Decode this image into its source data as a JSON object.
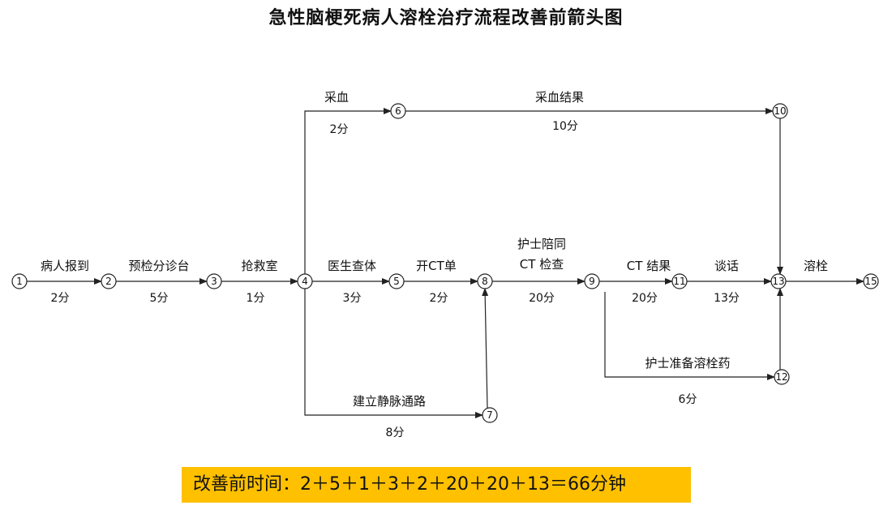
{
  "title": "急性脑梗死病人溶栓治疗流程改善前箭头图",
  "summary_text": "改善前时间：2＋5＋1＋3＋2＋20＋20＋13＝66分钟",
  "nodes": [
    {
      "id": "1",
      "label": "①"
    },
    {
      "id": "2",
      "label": "②"
    },
    {
      "id": "3",
      "label": "③"
    },
    {
      "id": "4",
      "label": "④"
    },
    {
      "id": "5",
      "label": "⑤"
    },
    {
      "id": "6",
      "label": "⑥"
    },
    {
      "id": "7",
      "label": "⑦"
    },
    {
      "id": "8",
      "label": "⑧"
    },
    {
      "id": "9",
      "label": "⑨"
    },
    {
      "id": "10",
      "label": "⑩"
    },
    {
      "id": "11",
      "label": "⑪"
    },
    {
      "id": "12",
      "label": "⑫"
    },
    {
      "id": "13",
      "label": "⑬"
    },
    {
      "id": "15",
      "label": "⑮"
    }
  ],
  "activities": [
    {
      "from": "1",
      "to": "2",
      "label": "病人报到",
      "duration": "2分"
    },
    {
      "from": "2",
      "to": "3",
      "label": "预检分诊台",
      "duration": "5分"
    },
    {
      "from": "3",
      "to": "4",
      "label": "抢救室",
      "duration": "1分"
    },
    {
      "from": "4",
      "to": "5",
      "label": "医生查体",
      "duration": "3分"
    },
    {
      "from": "5",
      "to": "8",
      "label": "开CT单",
      "duration": "2分"
    },
    {
      "from": "8",
      "to": "9",
      "label_lines": [
        "护士陪同",
        "CT 检查"
      ],
      "duration": "20分"
    },
    {
      "from": "9",
      "to": "11",
      "label": "CT 结果",
      "duration": "20分"
    },
    {
      "from": "11",
      "to": "13",
      "label": "谈话",
      "duration": "13分"
    },
    {
      "from": "13",
      "to": "15",
      "label": "溶栓",
      "duration": ""
    },
    {
      "from": "4",
      "to": "6",
      "label": "采血",
      "duration": "2分"
    },
    {
      "from": "6",
      "to": "10",
      "label": "采血结果",
      "duration": "10分"
    },
    {
      "from": "10",
      "to": "13",
      "label": "",
      "duration": ""
    },
    {
      "from": "4",
      "to": "7",
      "label": "建立静脉通路",
      "duration": "8分"
    },
    {
      "from": "7",
      "to": "8",
      "label": "",
      "duration": ""
    },
    {
      "from": "9",
      "to": "12",
      "label": "护士准备溶栓药",
      "duration": "6分"
    },
    {
      "from": "12",
      "to": "13",
      "label": "",
      "duration": ""
    }
  ]
}
